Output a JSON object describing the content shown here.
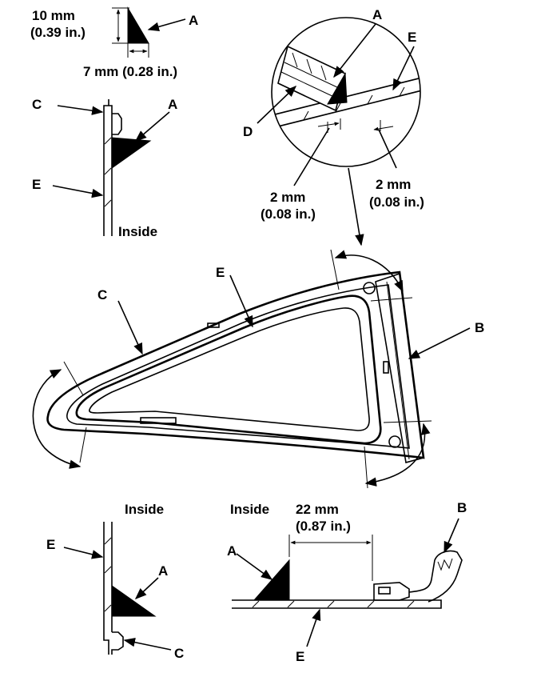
{
  "labels": {
    "a": "A",
    "b": "B",
    "c": "C",
    "d": "D",
    "e": "E"
  },
  "dimensions": {
    "height_10mm": "10 mm",
    "height_10mm_in": "(0.39 in.)",
    "width_7mm": "7 mm (0.28 in.)",
    "gap_2mm_left": "2 mm",
    "gap_2mm_left_in": "(0.08 in.)",
    "gap_2mm_right": "2 mm",
    "gap_2mm_right_in": "(0.08 in.)",
    "dist_22mm": "22 mm",
    "dist_22mm_in": "(0.87 in.)"
  },
  "text": {
    "inside": "Inside"
  }
}
